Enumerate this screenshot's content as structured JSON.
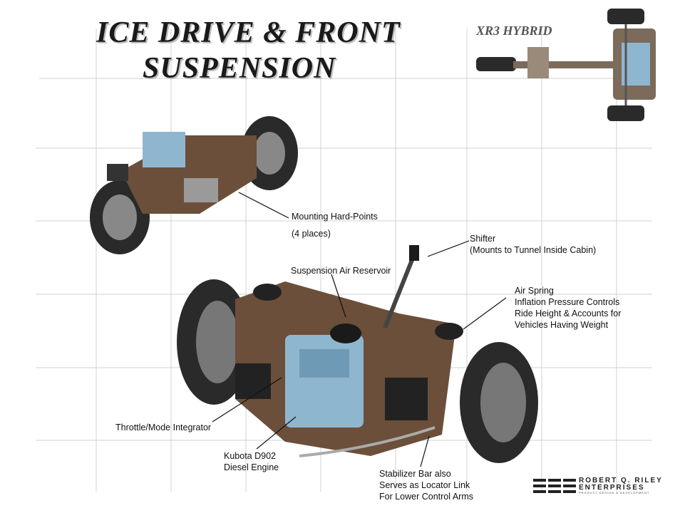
{
  "title": {
    "line1": "ICE DRIVE & FRONT",
    "line2": "SUSPENSION"
  },
  "subtitle": "XR3 HYBRID",
  "labels": {
    "mounting_1": "Mounting Hard-Points",
    "mounting_2": "(4 places)",
    "shifter_1": "Shifter",
    "shifter_2": "(Mounts to Tunnel Inside Cabin)",
    "reservoir": "Suspension Air Reservoir",
    "air_spring_1": "Air Spring",
    "air_spring_2": "Inflation Pressure Controls",
    "air_spring_3": "Ride Height & Accounts for",
    "air_spring_4": "Vehicles Having Weight",
    "throttle": "Throttle/Mode Integrator",
    "engine_1": "Kubota D902",
    "engine_2": "Diesel Engine",
    "stabilizer_1": "Stabilizer Bar also",
    "stabilizer_2": "Serves as Locator Link",
    "stabilizer_3": "For Lower Control Arms"
  },
  "logo": {
    "line1": "ROBERT Q. RILEY",
    "line2": "ENTERPRISES",
    "line3": "PRODUCT DESIGN & DEVELOPMENT"
  },
  "colors": {
    "engine": "#8fb6cf",
    "frame": "#6b4f3a",
    "tire": "#2a2a2a",
    "grid": "#d0d0d0"
  }
}
